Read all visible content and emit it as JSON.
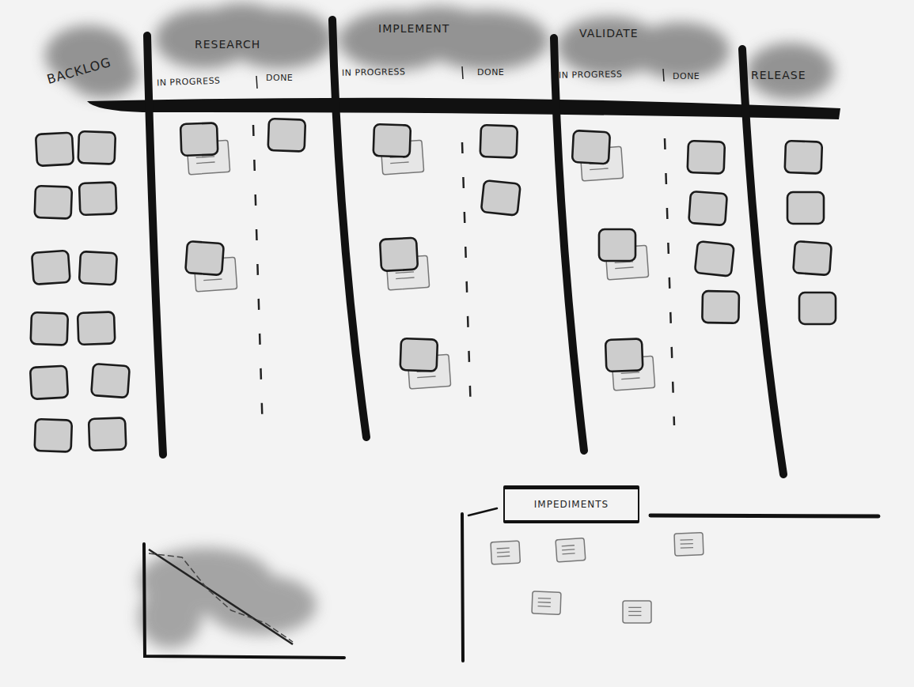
{
  "diagram": {
    "nodes": [
      {
        "text": [
          "BACKLOG"
        ]
      },
      {
        "text": [
          "RESEARCH"
        ]
      },
      {
        "text": [
          "IMPLEMENT"
        ]
      },
      {
        "text": [
          "VALIDATE"
        ]
      },
      {
        "text": [
          "RELEASE"
        ]
      },
      {
        "text": [
          "IMPEDIMENTS"
        ]
      }
    ],
    "labels": [
      "IN PROGRESS",
      "DONE",
      "IN PROGRESS",
      "DONE",
      "IN PROGRESS",
      "DONE"
    ]
  }
}
